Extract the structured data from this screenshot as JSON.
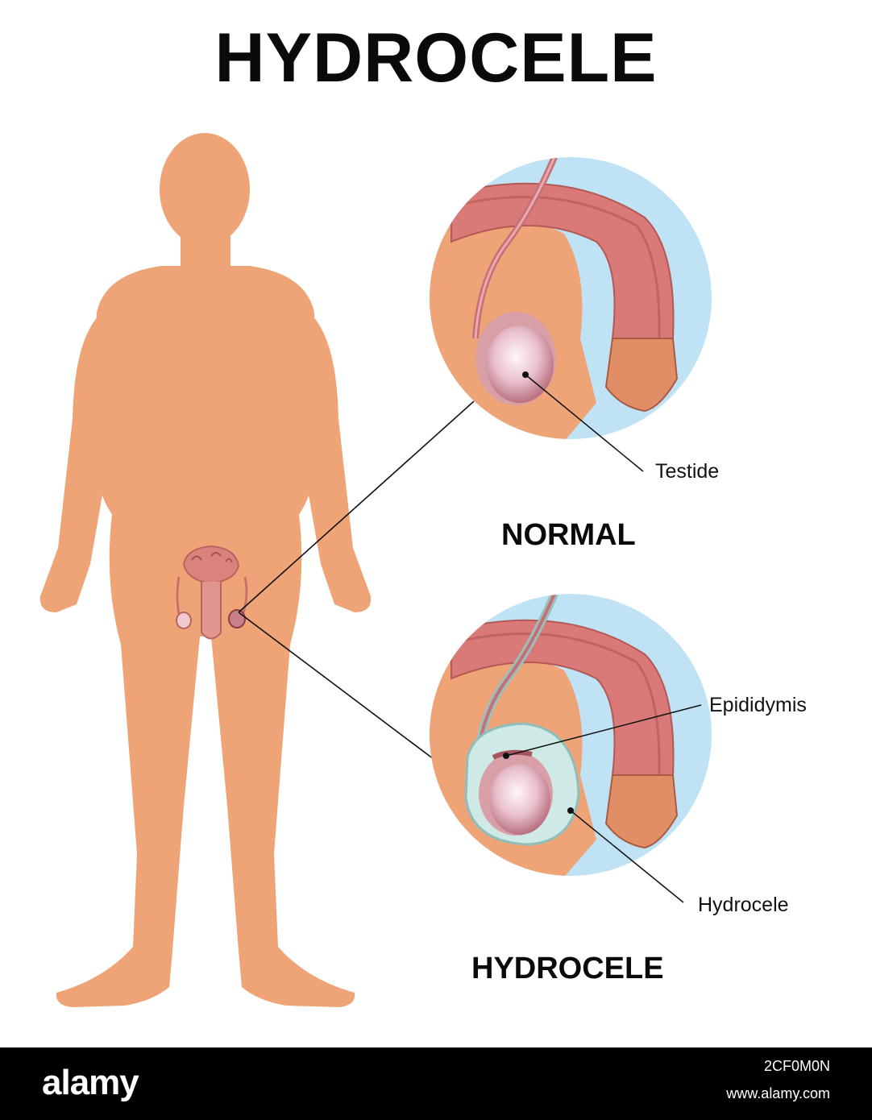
{
  "title": "HYDROCELE",
  "labels": {
    "testide": "Testide",
    "epididymis": "Epididymis",
    "hydrocele": "Hydrocele"
  },
  "sections": {
    "normal": "NORMAL",
    "hydrocele": "HYDROCELE"
  },
  "footer": {
    "brand": "alamy",
    "image_id": "2CF0M0N",
    "url": "www.alamy.com"
  },
  "colors": {
    "skin": "#EFA477",
    "skin_dark": "#E49868",
    "water_blue": "#BFE3F5",
    "tissue_pink": "#D97A78",
    "testis_white": "#F2D3DA",
    "fluid_sac": "#CFE9E6"
  }
}
